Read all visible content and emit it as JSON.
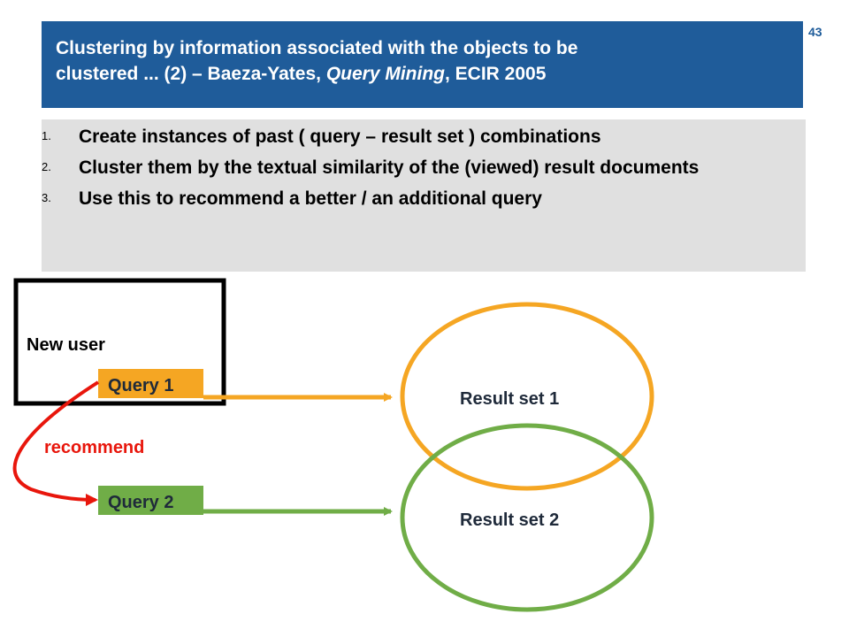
{
  "page_number": "43",
  "title": {
    "line1": "Clustering by information associated with the objects to be",
    "line2_prefix": "clustered ... (2) – Baeza-Yates, ",
    "line2_italic": "Query Mining",
    "line2_suffix": ", ECIR 2005"
  },
  "steps": [
    {
      "num": "1.",
      "text": "Create instances of past ( query – result set ) combinations"
    },
    {
      "num": "2.",
      "text": "Cluster them by the textual similarity of the (viewed) result documents"
    },
    {
      "num": "3.",
      "text": "Use this to recommend a better / an additional query"
    }
  ],
  "diagram": {
    "new_user_label": "New user",
    "query1_label": "Query 1",
    "query2_label": "Query 2",
    "recommend_label": "recommend",
    "result_set1_label": "Result set 1",
    "result_set2_label": "Result set 2",
    "colors": {
      "orange": "#f5a623",
      "green": "#70ad47",
      "red": "#e8160c",
      "recommend_text": "#e8160c",
      "title_bg": "#1f5c9a",
      "steps_bg": "#e0e0e0"
    }
  }
}
